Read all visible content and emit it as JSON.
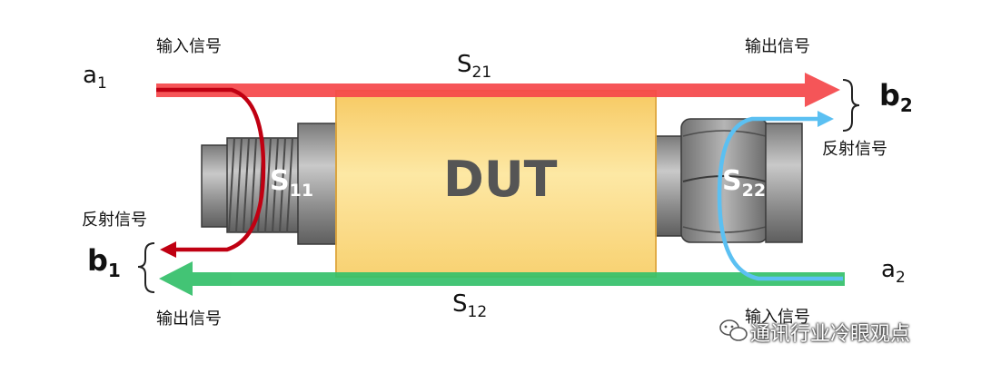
{
  "labels": {
    "input_left": "输入信号",
    "output_right": "输出信号",
    "reflect_right": "反射信号",
    "reflect_left": "反射信号",
    "output_left": "输出信号",
    "input_right": "输入信号"
  },
  "ports": {
    "a1": {
      "base": "a",
      "sub": "1"
    },
    "b2": {
      "base": "b",
      "sub": "2"
    },
    "b1": {
      "base": "b",
      "sub": "1"
    },
    "a2": {
      "base": "a",
      "sub": "2"
    }
  },
  "sparams": {
    "s21": {
      "base": "S",
      "sub": "21"
    },
    "s12": {
      "base": "S",
      "sub": "12"
    },
    "s11": {
      "base": "S",
      "sub": "11"
    },
    "s22": {
      "base": "S",
      "sub": "22"
    }
  },
  "dut": "DUT",
  "watermark": "通讯行业冷眼观点",
  "colors": {
    "forward": "#f5474a",
    "reverse": "#34c06a",
    "reflect_left": "#c00012",
    "reflect_right": "#5bc0f2",
    "dut_fill": "#fdd770",
    "dut_border": "#e6b24c",
    "connector_dark": "#6d6d6d",
    "connector_mid": "#9a9a9a",
    "connector_light": "#c8c8c8"
  }
}
